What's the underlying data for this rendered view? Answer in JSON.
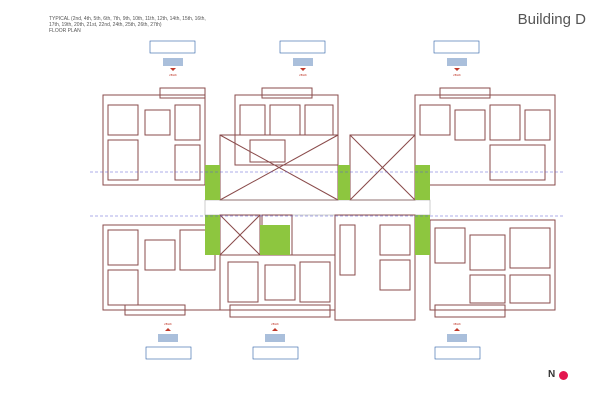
{
  "header": {
    "plan_title_line1": "TYPICAL (2nd, 4th, 5th, 6th, 7th, 9th, 10th, 11th, 12th, 14th, 15th, 16th,",
    "plan_title_line2": "17th, 19th, 20th, 21st, 22nd, 24th, 25th, 26th, 27th)",
    "plan_title_line3": "FLOOR PLAN",
    "building": "Building D"
  },
  "units": {
    "top_left": "2BHK",
    "top_middle": "2BHK",
    "top_right": "2BHK",
    "bottom_left": "2BHK",
    "bottom_middle": "2BHK",
    "bottom_right": "3BHK"
  },
  "compass": {
    "label": "N",
    "accent": "#e3174f"
  },
  "colors": {
    "wall": "#8a4b4b",
    "green": "#8dc63f",
    "axis": "#5a5ad6",
    "box": "#2b5fa6"
  }
}
